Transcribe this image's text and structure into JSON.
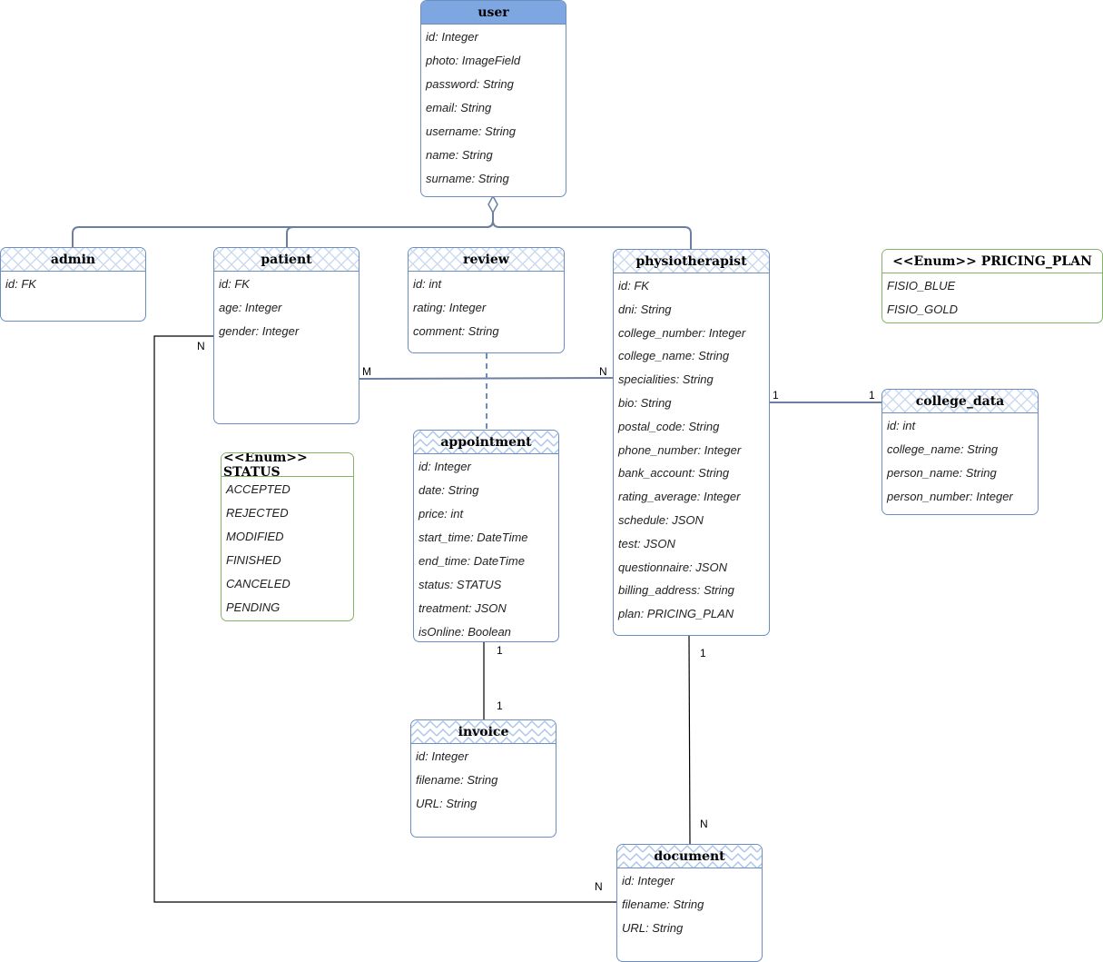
{
  "colors": {
    "entity_border": "#6c8ebf",
    "enum_border": "#82b366",
    "header_fill": "#7ea6e0",
    "line": "#6c7fa0"
  },
  "entities": {
    "user": {
      "name": "user",
      "attrs": [
        "id: Integer",
        "photo: ImageField",
        "password: String",
        "email: String",
        "username: String",
        "name: String",
        "surname: String"
      ]
    },
    "admin": {
      "name": "admin",
      "attrs": [
        "id: FK"
      ]
    },
    "patient": {
      "name": "patient",
      "attrs": [
        "id: FK",
        "age: Integer",
        "gender: Integer"
      ]
    },
    "review": {
      "name": "review",
      "attrs": [
        "id: int",
        "rating: Integer",
        "comment: String"
      ]
    },
    "physiotherapist": {
      "name": "physiotherapist",
      "attrs": [
        "id: FK",
        "dni: String",
        "college_number: Integer",
        "college_name: String",
        "specialities: String",
        "bio: String",
        "postal_code: String",
        "phone_number: Integer",
        "bank_account: String",
        "rating_average: Integer",
        "schedule: JSON",
        "test: JSON",
        "questionnaire: JSON",
        "billing_address: String",
        "plan: PRICING_PLAN"
      ]
    },
    "pricing_plan": {
      "name": "<<Enum>> PRICING_PLAN",
      "attrs": [
        "FISIO_BLUE",
        "FISIO_GOLD"
      ]
    },
    "college_data": {
      "name": "college_data",
      "attrs": [
        "id: int",
        "college_name: String",
        "person_name: String",
        "person_number: Integer"
      ]
    },
    "status": {
      "name": "<<Enum>> STATUS",
      "attrs": [
        "ACCEPTED",
        "REJECTED",
        "MODIFIED",
        "FINISHED",
        "CANCELED",
        "PENDING"
      ]
    },
    "appointment": {
      "name": "appointment",
      "attrs": [
        "id: Integer",
        "date: String",
        "price: int",
        "start_time: DateTime",
        "end_time: DateTime",
        "status: STATUS",
        "treatment: JSON",
        "isOnline: Boolean"
      ]
    },
    "invoice": {
      "name": "invoice",
      "attrs": [
        "id: Integer",
        "filename: String",
        "URL: String"
      ]
    },
    "document": {
      "name": "document",
      "attrs": [
        "id: Integer",
        "filename: String",
        "URL: String"
      ]
    }
  },
  "multiplicities": {
    "patient_physio_patient_end": "M",
    "patient_physio_physio_end": "N",
    "physio_college_physio_end": "1",
    "physio_college_college_end": "1",
    "appointment_invoice_appointment_end": "1",
    "appointment_invoice_invoice_end": "1",
    "physio_document_physio_end": "1",
    "physio_document_document_end": "N",
    "patient_document_patient_end": "N",
    "patient_document_document_end": "N"
  }
}
